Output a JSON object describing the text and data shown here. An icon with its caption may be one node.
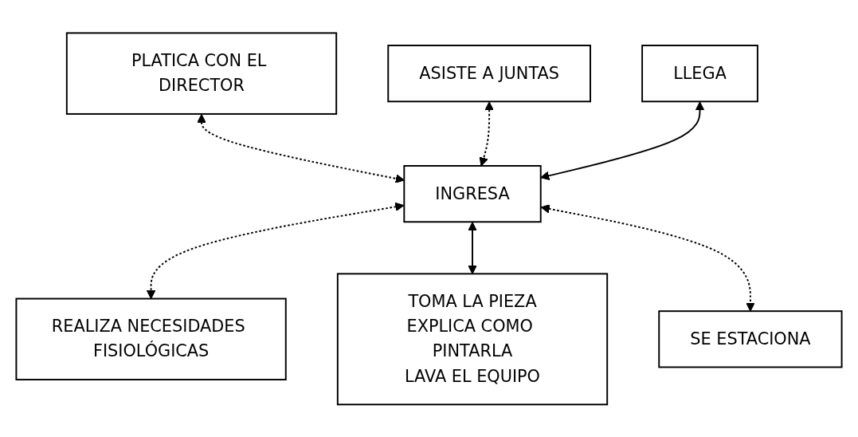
{
  "diagram": {
    "nodes": [
      {
        "text": [
          "PLATICA CON EL DIRECTOR"
        ]
      },
      {
        "text": [
          "ASISTE A JUNTAS"
        ]
      },
      {
        "text": [
          "REALIZA NECESIDADES FISIOLÓGICAS"
        ]
      },
      {
        "text": [
          "LLEGA"
        ]
      },
      {
        "text": [
          "INGRESA"
        ]
      },
      {
        "text": [
          "TOMA LA PIEZA",
          "EXPLICA COMO PINTARLA",
          "LAVA EL EQUIPO"
        ]
      },
      {
        "text": [
          "SE ESTACIONA"
        ]
      }
    ],
    "edges": [
      {
        "from": 0,
        "to": 4,
        "arrow": "both",
        "style": "dashed"
      },
      {
        "from": 1,
        "to": 4,
        "arrow": "both",
        "style": "dashed"
      },
      {
        "from": 4,
        "to": 2,
        "arrow": "both",
        "style": "dashed"
      },
      {
        "from": 3,
        "to": 4,
        "arrow": "both"
      },
      {
        "from": 4,
        "to": 5,
        "arrow": "both"
      },
      {
        "from": 4,
        "to": 6,
        "arrow": "both",
        "style": "dashed"
      }
    ]
  }
}
